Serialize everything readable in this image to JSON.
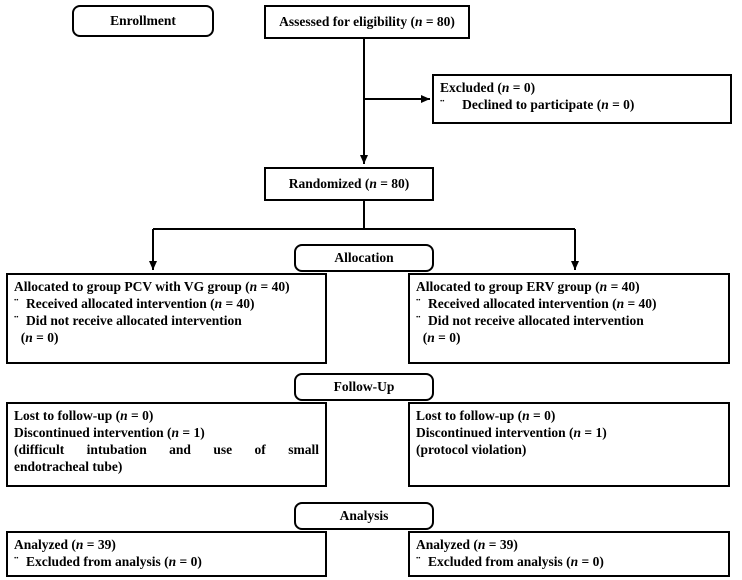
{
  "enrollment": {
    "label": "Enrollment",
    "assessed": {
      "pre": "Assessed for eligibility (",
      "n": "n",
      "post": " = 80)"
    },
    "excluded": {
      "title": {
        "pre": "Excluded  (",
        "n": "n",
        "post": " = 0)"
      },
      "bullet": "¨",
      "item": {
        "pre": "Declined to participate (",
        "n": "n",
        "post": " = 0)"
      }
    }
  },
  "randomized": {
    "pre": "Randomized (",
    "n": "n",
    "post": " = 80)"
  },
  "allocation": {
    "label": "Allocation",
    "left": {
      "title": {
        "pre": "Allocated to group PCV with VG group (",
        "n": "n",
        "post": " = 40)"
      },
      "received": {
        "pre": "Received allocated intervention (",
        "n": "n",
        "post": " = 40)"
      },
      "not_received": "Did not receive allocated intervention",
      "not_received_n": {
        "pre": "(",
        "n": "n",
        "post": " = 0)"
      }
    },
    "right": {
      "title": {
        "pre": "Allocated to group ERV group (",
        "n": "n",
        "post": " = 40)"
      },
      "received": {
        "pre": "Received allocated intervention (",
        "n": "n",
        "post": " = 40)"
      },
      "not_received": "Did not receive allocated intervention",
      "not_received_n": {
        "pre": "(",
        "n": "n",
        "post": " = 0)"
      }
    }
  },
  "followup": {
    "label": "Follow-Up",
    "left": {
      "lost": {
        "pre": "Lost to follow-up (",
        "n": "n",
        "post": " = 0)"
      },
      "discontinued": {
        "pre": "Discontinued intervention (",
        "n": "n",
        "post": " = 1)"
      },
      "reason_line1": "(difficult intubation and use of small",
      "reason_line2": "endotracheal tube)"
    },
    "right": {
      "lost": {
        "pre": "Lost to follow-up (",
        "n": "n",
        "post": " = 0)"
      },
      "discontinued": {
        "pre": "Discontinued intervention (",
        "n": "n",
        "post": " = 1)"
      },
      "reason": "(protocol violation)"
    }
  },
  "analysis": {
    "label": "Analysis",
    "left": {
      "analyzed": {
        "pre": "Analyzed (",
        "n": "n",
        "post": " = 39)"
      },
      "excluded": {
        "pre": "Excluded from analysis (",
        "n": "n",
        "post": " = 0)"
      }
    },
    "right": {
      "analyzed": {
        "pre": "Analyzed (",
        "n": "n",
        "post": " = 39)"
      },
      "excluded": {
        "pre": "Excluded from analysis (",
        "n": "n",
        "post": " = 0)"
      }
    }
  },
  "bullet": "¨"
}
